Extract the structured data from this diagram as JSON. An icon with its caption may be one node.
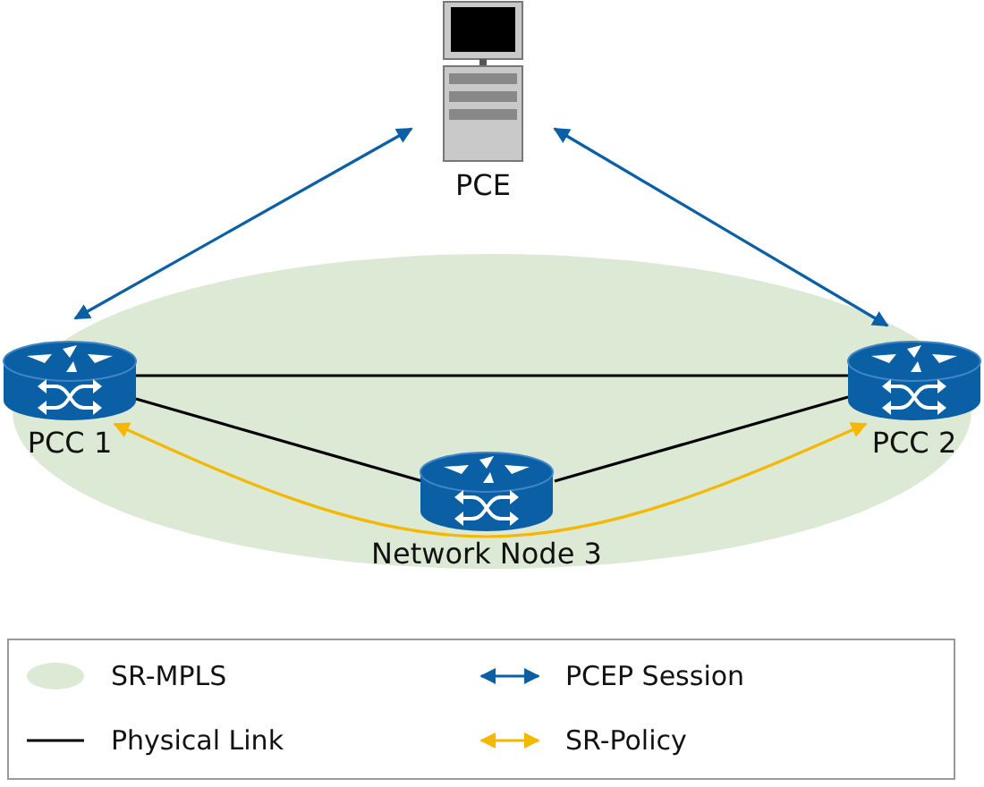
{
  "diagram": {
    "nodes": [
      {
        "text": [
          "PCE"
        ]
      },
      {
        "text": [
          "PCC 1"
        ]
      },
      {
        "text": [
          "PCC 2"
        ]
      },
      {
        "text": [
          "Network Node 3"
        ]
      }
    ],
    "edges": [
      {
        "from": 0,
        "to": 1,
        "arrow": "both",
        "color": "#0b5fa5"
      },
      {
        "from": 0,
        "to": 2,
        "arrow": "both",
        "color": "#0b5fa5"
      },
      {
        "from": 1,
        "to": 2,
        "arrow": "none"
      },
      {
        "from": 1,
        "to": 3,
        "arrow": "none"
      },
      {
        "from": 3,
        "to": 2,
        "arrow": "none"
      },
      {
        "from": 1,
        "to": 2,
        "arrow": "both",
        "color": "#f5b800"
      }
    ],
    "legend": [
      {
        "text": "SR-MPLS",
        "color": "#dce9d4"
      },
      {
        "text": "Physical Link"
      },
      {
        "text": "PCEP Session"
      },
      {
        "text": "SR-Policy"
      }
    ]
  }
}
